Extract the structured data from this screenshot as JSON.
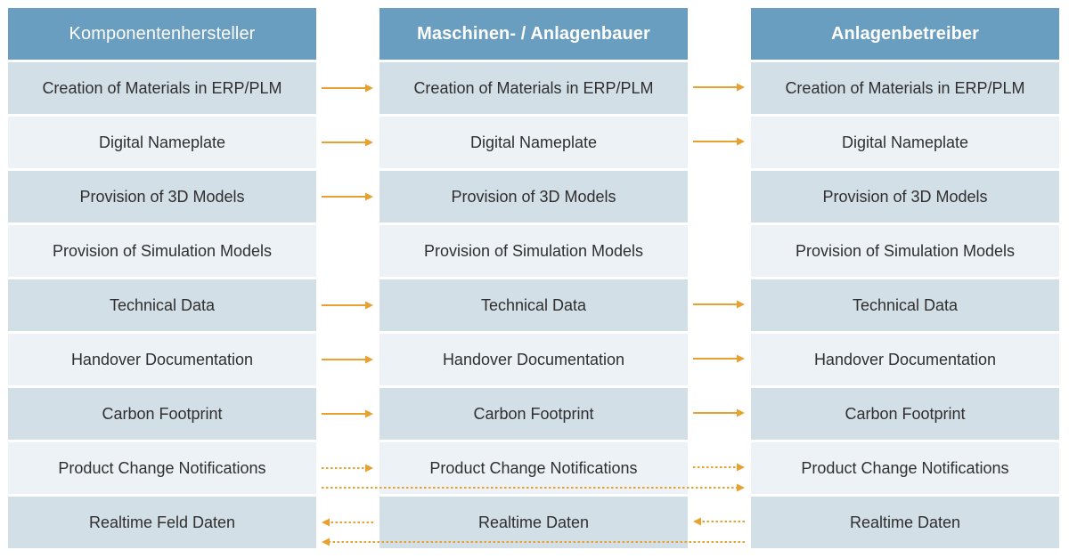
{
  "columns": [
    {
      "title": "Komponentenhersteller",
      "rows": [
        "Creation of Materials in ERP/PLM",
        "Digital Nameplate",
        "Provision of 3D Models",
        "Provision of Simulation Models",
        "Technical Data",
        "Handover Documentation",
        "Carbon Footprint",
        "Product Change Notifications",
        "Realtime Feld Daten"
      ]
    },
    {
      "title": "Maschinen- / Anlagenbauer",
      "rows": [
        "Creation of Materials in ERP/PLM",
        "Digital Nameplate",
        "Provision of 3D Models",
        "Provision of Simulation Models",
        "Technical Data",
        "Handover Documentation",
        "Carbon Footprint",
        "Product Change Notifications",
        "Realtime Daten"
      ]
    },
    {
      "title": "Anlagenbetreiber",
      "rows": [
        "Creation of Materials in ERP/PLM",
        "Digital Nameplate",
        "Provision of 3D Models",
        "Provision of Simulation Models",
        "Technical Data",
        "Handover Documentation",
        "Carbon Footprint",
        "Product Change Notifications",
        "Realtime Daten"
      ]
    }
  ],
  "colors": {
    "header": "#6a9ec0",
    "row_dark": "#d3dfe7",
    "row_light": "#ecf2f6",
    "arrow": "#e8a12f"
  },
  "flows": [
    {
      "row": 1,
      "gap": 1,
      "style": "solid",
      "direction": "right"
    },
    {
      "row": 1,
      "gap": 2,
      "style": "solid",
      "direction": "right"
    },
    {
      "row": 2,
      "gap": 1,
      "style": "solid",
      "direction": "right"
    },
    {
      "row": 2,
      "gap": 2,
      "style": "solid",
      "direction": "right"
    },
    {
      "row": 3,
      "gap": 1,
      "style": "solid",
      "direction": "right"
    },
    {
      "row": 5,
      "gap": 1,
      "style": "solid",
      "direction": "right"
    },
    {
      "row": 5,
      "gap": 2,
      "style": "solid",
      "direction": "right"
    },
    {
      "row": 6,
      "gap": 1,
      "style": "solid",
      "direction": "right"
    },
    {
      "row": 6,
      "gap": 2,
      "style": "solid",
      "direction": "right"
    },
    {
      "row": 7,
      "gap": 1,
      "style": "solid",
      "direction": "right"
    },
    {
      "row": 7,
      "gap": 2,
      "style": "solid",
      "direction": "right"
    },
    {
      "row": 8,
      "gap": 1,
      "style": "dotted",
      "direction": "right"
    },
    {
      "row": 8,
      "gap": 2,
      "style": "dotted",
      "direction": "right"
    },
    {
      "row": 8,
      "gap": 0,
      "style": "dotted",
      "direction": "right",
      "span": "bypass"
    },
    {
      "row": 9,
      "gap": 1,
      "style": "dotted",
      "direction": "left"
    },
    {
      "row": 9,
      "gap": 2,
      "style": "dotted",
      "direction": "left"
    },
    {
      "row": 9,
      "gap": 0,
      "style": "dotted",
      "direction": "left",
      "span": "bypass"
    }
  ]
}
